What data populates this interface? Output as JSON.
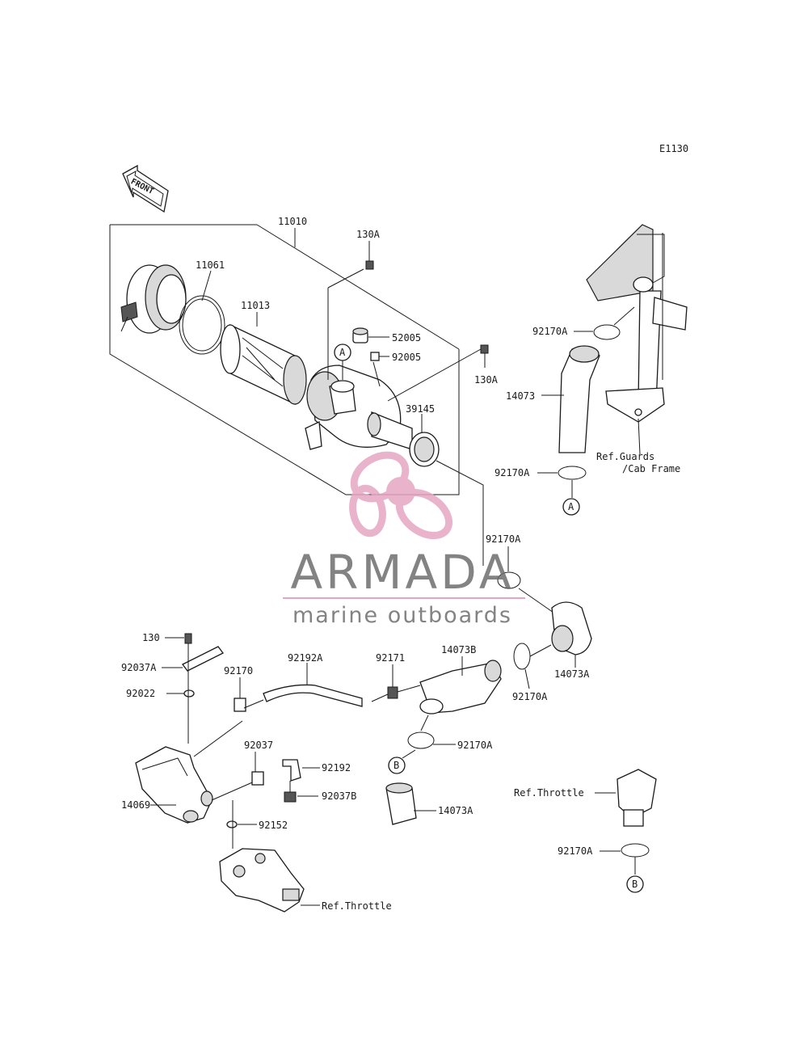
{
  "diagram_code": "E1130",
  "front_arrow": "FRONT",
  "parts": {
    "p11010": "11010",
    "p11061": "11061",
    "p11013": "11013",
    "p130A_1": "130A",
    "p52005": "52005",
    "p92005": "92005",
    "p130A_2": "130A",
    "p39145": "39145",
    "p92170A_1": "92170A",
    "p14073": "14073",
    "ref_guards_1": "Ref.Guards",
    "ref_guards_2": "/Cab Frame",
    "p92170A_2": "92170A",
    "p92170A_3": "92170A",
    "p14073A_1": "14073A",
    "p92170A_4": "92170A",
    "p130": "130",
    "p92037A": "92037A",
    "p92022": "92022",
    "p92170": "92170",
    "p92192A": "92192A",
    "p92171": "92171",
    "p14073B": "14073B",
    "p92170A_5": "92170A",
    "p92037": "92037",
    "p92192": "92192",
    "p92037B": "92037B",
    "p14073A_2": "14073A",
    "p14069": "14069",
    "p92152": "92152",
    "ref_throttle_1": "Ref.Throttle",
    "ref_throttle_2": "Ref.Throttle",
    "p92170A_6": "92170A"
  },
  "callouts": {
    "a1": "A",
    "a2": "A",
    "b1": "B",
    "b2": "B"
  },
  "watermark": {
    "name": "ARMADA",
    "tagline": "marine outboards",
    "color_text": "#6e6e6e",
    "color_logo": "#e4a6c2"
  }
}
